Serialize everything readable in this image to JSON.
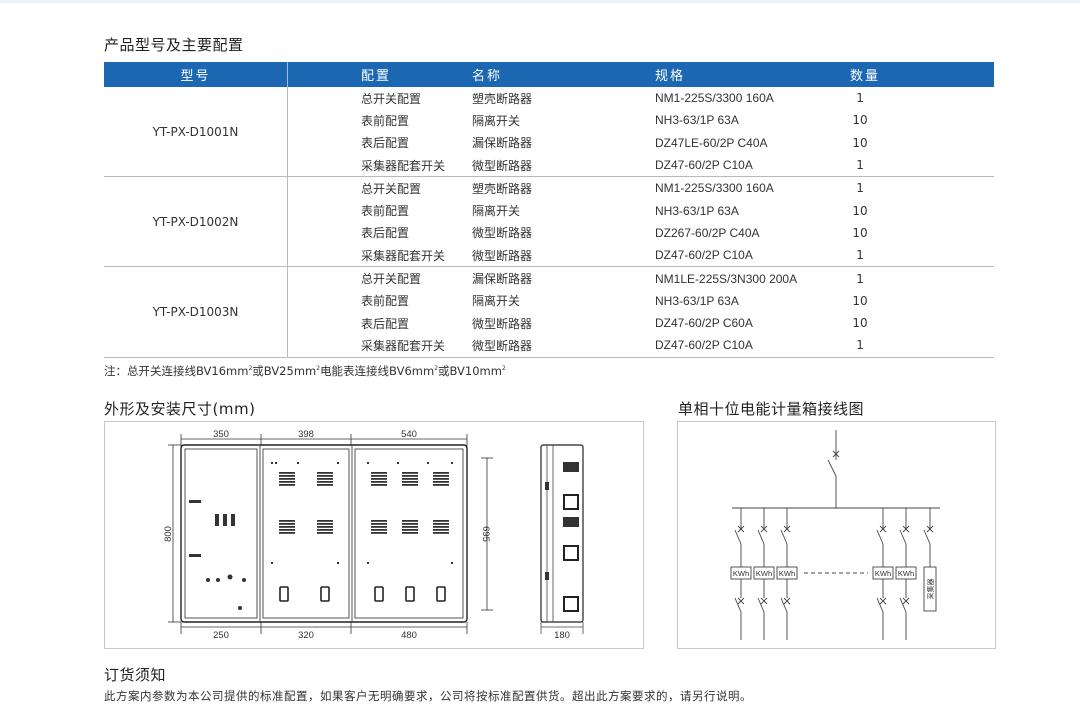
{
  "section_product": "产品型号及主要配置",
  "table": {
    "headers": [
      "型号",
      "配置",
      "名称",
      "规格",
      "数量"
    ],
    "groups": [
      {
        "model": "YT-PX-D1001N",
        "rows": [
          [
            "总开关配置",
            "塑壳断路器",
            "NM1-225S/3300 160A",
            "1"
          ],
          [
            "表前配置",
            "隔离开关",
            "NH3-63/1P  63A",
            "10"
          ],
          [
            "表后配置",
            "漏保断路器",
            "DZ47LE-60/2P  C40A",
            "10"
          ],
          [
            "采集器配套开关",
            "微型断路器",
            "DZ47-60/2P  C10A",
            "1"
          ]
        ]
      },
      {
        "model": "YT-PX-D1002N",
        "rows": [
          [
            "总开关配置",
            "塑壳断路器",
            "NM1-225S/3300 160A",
            "1"
          ],
          [
            "表前配置",
            "隔离开关",
            "NH3-63/1P 63A",
            "10"
          ],
          [
            "表后配置",
            "微型断路器",
            "DZ267-60/2P C40A",
            "10"
          ],
          [
            "采集器配套开关",
            "微型断路器",
            "DZ47-60/2P C10A",
            "1"
          ]
        ]
      },
      {
        "model": "YT-PX-D1003N",
        "rows": [
          [
            "总开关配置",
            "漏保断路器",
            "NM1LE-225S/3N300 200A",
            "1"
          ],
          [
            "表前配置",
            "隔离开关",
            "NH3-63/1P 63A",
            "10"
          ],
          [
            "表后配置",
            "微型断路器",
            "DZ47-60/2P  C60A",
            "10"
          ],
          [
            "采集器配套开关",
            "微型断路器",
            "DZ47-60/2P  C10A",
            "1"
          ]
        ]
      }
    ]
  },
  "note": {
    "a": "注：总开关连接线BV16mm",
    "b": "或BV25mm",
    "c": "电能表连接线BV6mm",
    "d": "或BV10mm",
    "sup": "2"
  },
  "section_dimensions": "外形及安装尺寸(mm)",
  "section_wiring": "单相十位电能计量箱接线图",
  "dimensions": {
    "top": [
      "350",
      "398",
      "540"
    ],
    "bottom": [
      "250",
      "320",
      "480"
    ],
    "height": "800",
    "inner_height": "695",
    "depth": "180"
  },
  "wiring": {
    "meter_label": "KWh",
    "collector_label": "采集器"
  },
  "section_order": "订货须知",
  "order_text": "此方案内参数为本公司提供的标准配置，如果客户无明确要求，公司将按标准配置供货。超出此方案要求的，请另行说明。"
}
